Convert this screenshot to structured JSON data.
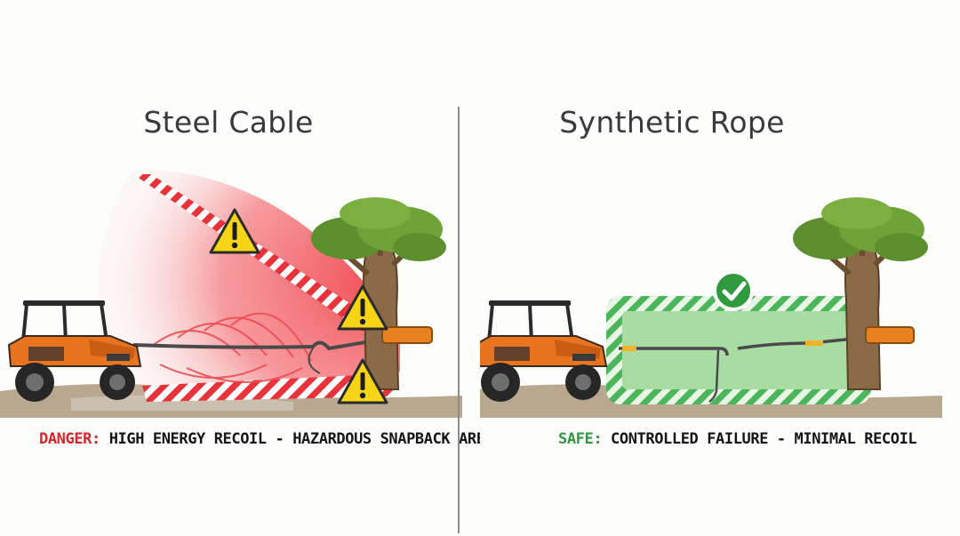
{
  "left_panel": {
    "title": "Steel Cable",
    "caption_tag": "DANGER:",
    "caption_text": " HIGH ENERGY RECOIL - HAZARDOUS SNAPBACK AREA",
    "icons": [
      "utv-icon",
      "tree-icon",
      "warning-icon",
      "warning-icon",
      "warning-icon"
    ],
    "colors": {
      "danger": "#d8242a",
      "zone": "#f25a5f",
      "hatch": "#e8333a"
    }
  },
  "right_panel": {
    "title": "Synthetic Rope",
    "caption_tag": "SAFE:",
    "caption_text": " CONTROLLED FAILURE - MINIMAL RECOIL",
    "icons": [
      "utv-icon",
      "tree-icon",
      "checkmark-icon"
    ],
    "colors": {
      "safe": "#2f9a3e",
      "zone": "#a6dba0",
      "hatch": "#4bb55a"
    }
  }
}
